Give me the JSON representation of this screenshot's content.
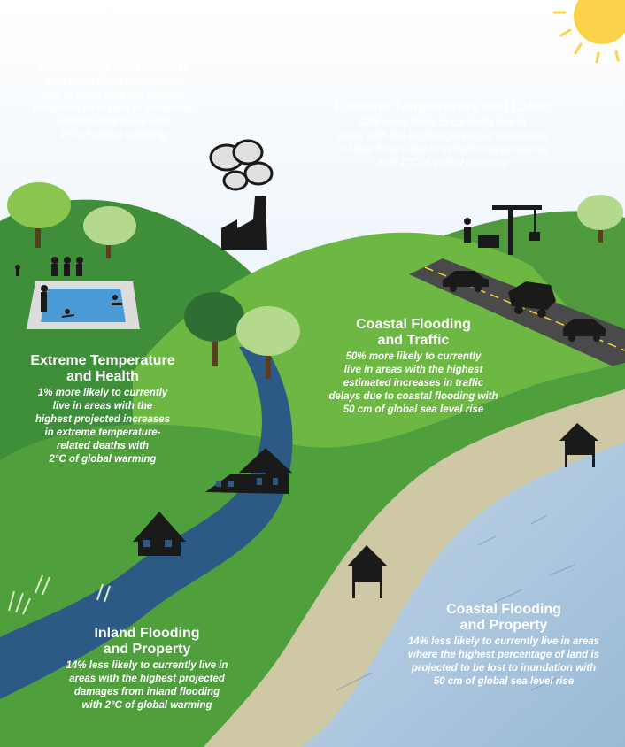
{
  "blocks": {
    "air_quality": {
      "title": "Air Quality and Health",
      "lines": [
        "10% more likely to currently",
        "live in areas with the highest",
        "projected increases in childhood",
        "asthma diagnoses with",
        "2°C of global warming"
      ]
    },
    "labor": {
      "title": "Extreme Temperature and Labor",
      "lines": [
        "43% more likely to currently live in",
        "areas with the highest projected reductions",
        "in labor hours due to extreme temperatures",
        "with 2°C of global warming"
      ]
    },
    "temp_health": {
      "title_lines": [
        "Extreme Temperature",
        "and Health"
      ],
      "lines": [
        "1% more likely to currently",
        "live in areas with the",
        "highest projected increases",
        "in extreme temperature-",
        "related deaths with",
        "2°C of global warming"
      ]
    },
    "traffic": {
      "title_lines": [
        "Coastal Flooding",
        "and Traffic"
      ],
      "lines": [
        "50% more likely to currently",
        "live  in areas with the highest",
        "estimated increases in traffic",
        "delays due to coastal flooding with",
        "50 cm of global sea level rise"
      ]
    },
    "coastal_property": {
      "title_lines": [
        "Coastal Flooding",
        "and Property"
      ],
      "lines": [
        "14% less likely to currently live in areas",
        "where the highest percentage of land is",
        "projected to be lost to inundation with",
        "50 cm of global sea level rise"
      ]
    },
    "inland": {
      "title_lines": [
        "Inland Flooding",
        "and Property"
      ],
      "lines": [
        "14% less likely to currently live in",
        "areas with the highest projected",
        "damages from inland flooding",
        "with 2°C of global warming"
      ]
    }
  },
  "colors": {
    "sky": "#dcecf6",
    "hill_dark": "#3f8f3a",
    "hill_light": "#6db743",
    "river": "#2d5a85",
    "sea": "#a9c6de",
    "sand": "#cfc8a4",
    "road": "#4a4a4a",
    "sun": "#fbd34a",
    "icon": "#1a1a1a"
  }
}
